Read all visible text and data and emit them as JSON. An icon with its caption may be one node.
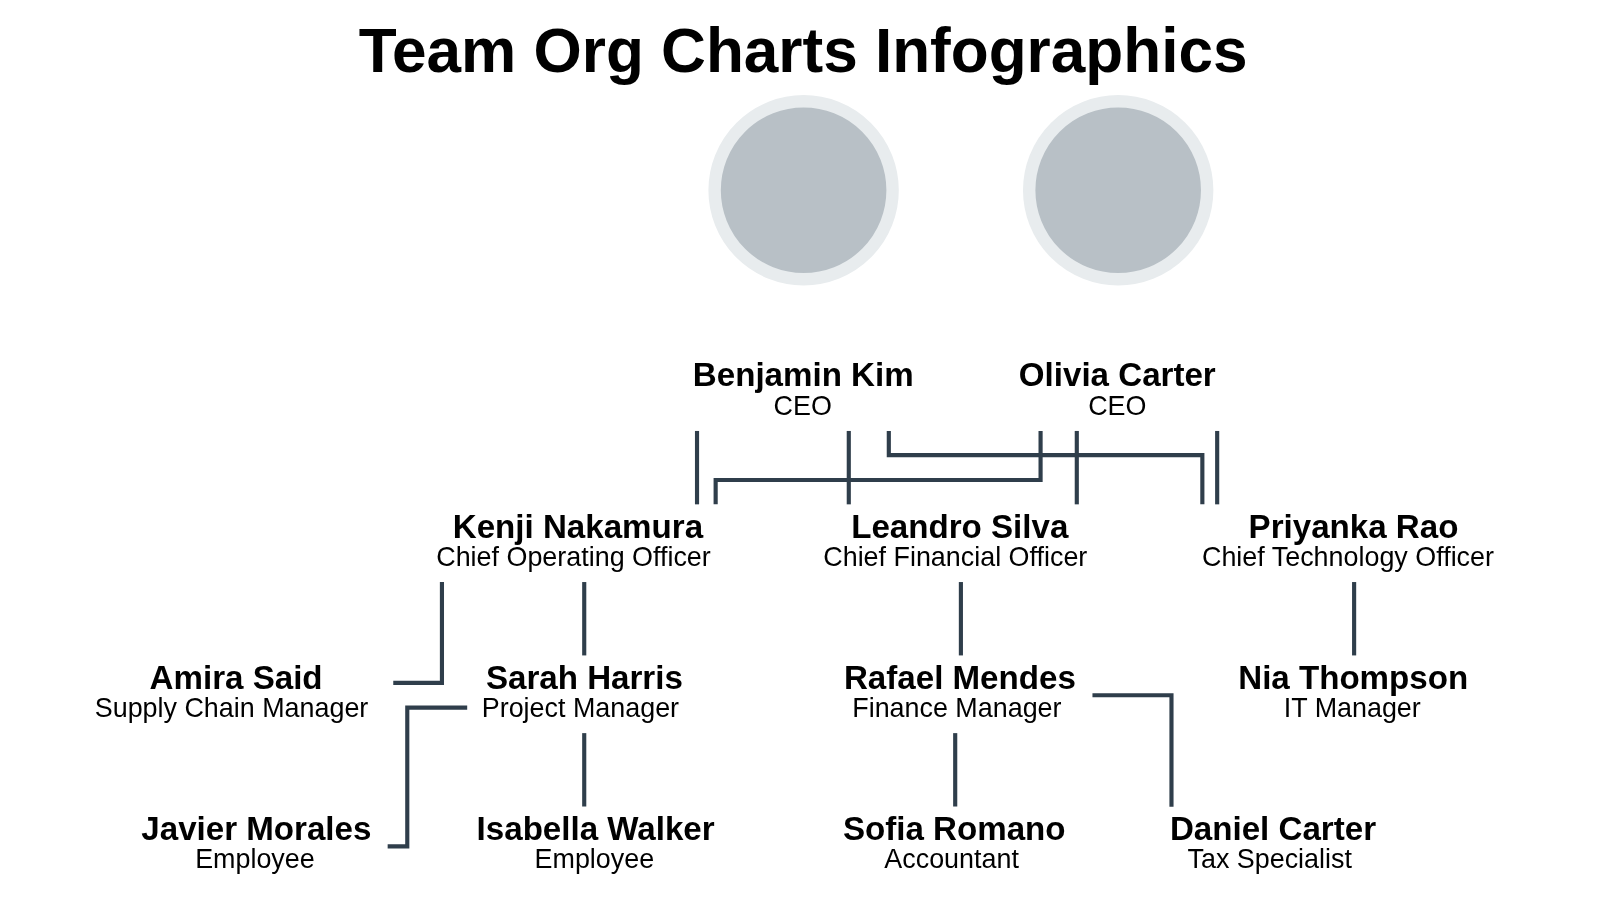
{
  "diagram": {
    "title": "Team Org Charts Infographics",
    "nodes": [
      {
        "text": [],
        "shape": "circle"
      },
      {
        "text": [],
        "shape": "circle"
      },
      {
        "text": [
          "Benjamin Kim",
          "CEO"
        ]
      },
      {
        "text": [
          "Olivia Carter",
          "CEO"
        ]
      },
      {
        "text": [
          "Kenji Nakamura",
          "Chief Operating Officer"
        ]
      },
      {
        "text": [
          "Leandro Silva",
          "Chief Financial Officer"
        ]
      },
      {
        "text": [
          "Priyanka Rao",
          "Chief Technology Officer"
        ]
      },
      {
        "text": [
          "Amira Said",
          "Supply Chain Manager"
        ]
      },
      {
        "text": [
          "Sarah Harris",
          "Project Manager"
        ]
      },
      {
        "text": [
          "Rafael Mendes",
          "Finance Manager"
        ]
      },
      {
        "text": [
          "Nia Thompson",
          "IT Manager"
        ]
      },
      {
        "text": [
          "Javier Morales",
          "Employee"
        ]
      },
      {
        "text": [
          "Isabella Walker",
          "Employee"
        ]
      },
      {
        "text": [
          "Sofia Romano",
          "Accountant"
        ]
      },
      {
        "text": [
          "Daniel Carter",
          "Tax Specialist"
        ]
      }
    ],
    "edges": [
      {
        "from": 2,
        "to": 4,
        "arrow": "none"
      },
      {
        "from": 2,
        "to": 5,
        "arrow": "none"
      },
      {
        "from": 2,
        "to": 6,
        "arrow": "none"
      },
      {
        "from": 3,
        "to": 4,
        "arrow": "none"
      },
      {
        "from": 3,
        "to": 5,
        "arrow": "none"
      },
      {
        "from": 3,
        "to": 6,
        "arrow": "none"
      },
      {
        "from": 4,
        "to": 7,
        "arrow": "none"
      },
      {
        "from": 4,
        "to": 8,
        "arrow": "none"
      },
      {
        "from": 5,
        "to": 9,
        "arrow": "none"
      },
      {
        "from": 6,
        "to": 10,
        "arrow": "none"
      },
      {
        "from": 8,
        "to": 11,
        "arrow": "none"
      },
      {
        "from": 8,
        "to": 12,
        "arrow": "none"
      },
      {
        "from": 9,
        "to": 13,
        "arrow": "none"
      },
      {
        "from": 9,
        "to": 14,
        "arrow": "none"
      }
    ]
  }
}
